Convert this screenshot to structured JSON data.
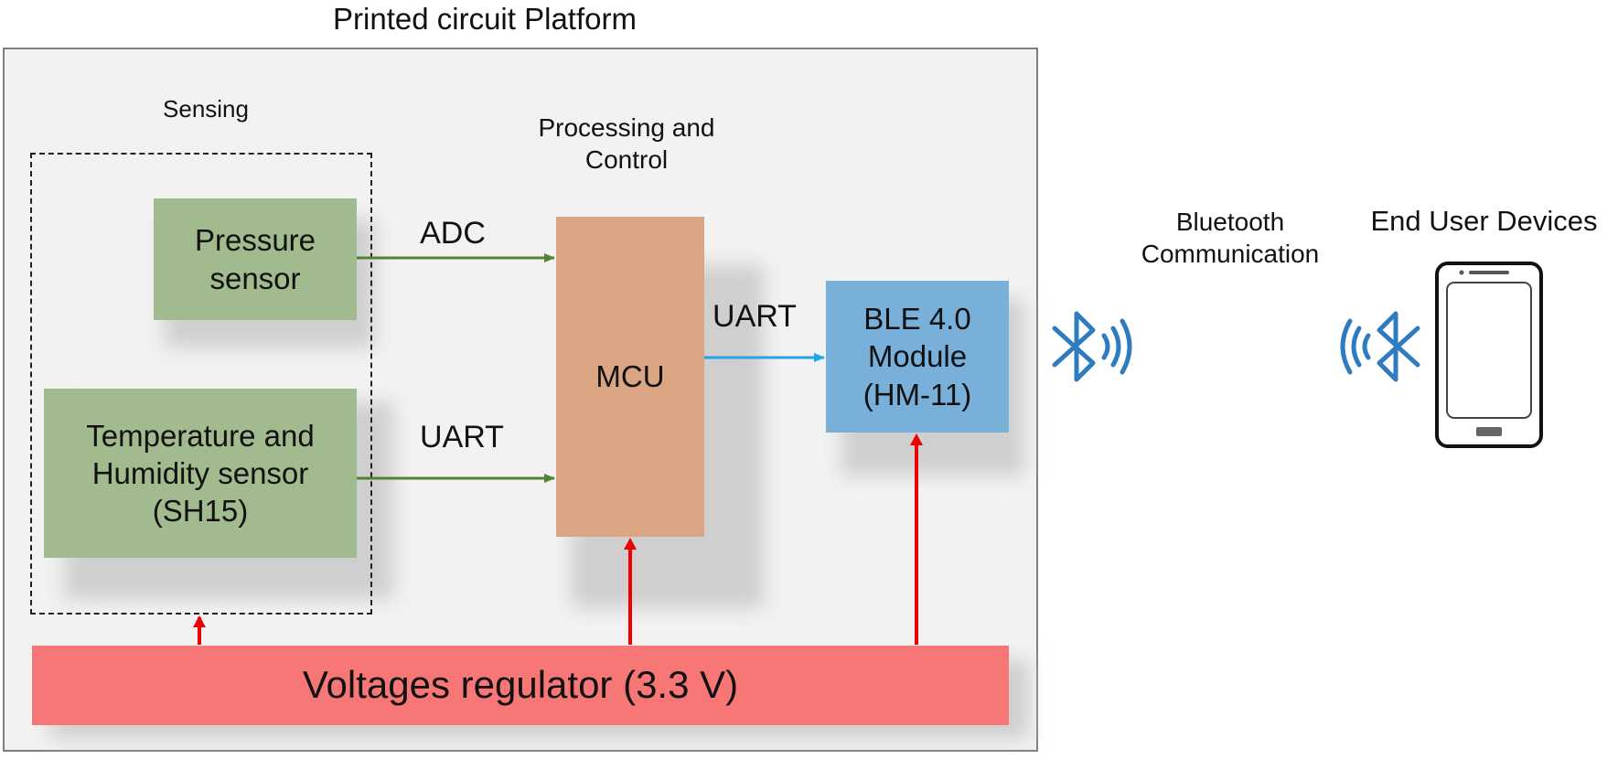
{
  "title": "Printed circuit Platform",
  "sections": {
    "sensing": "Sensing",
    "processing_line1": "Processing and",
    "processing_line2": "Control",
    "bluetooth_line1": "Bluetooth",
    "bluetooth_line2": "Communication",
    "end_user": "End User Devices"
  },
  "blocks": {
    "pressure": [
      "Pressure",
      "sensor"
    ],
    "temp_humidity": [
      "Temperature and",
      "Humidity sensor",
      "(SH15)"
    ],
    "mcu": "MCU",
    "ble": [
      "BLE 4.0",
      "Module",
      "(HM-11)"
    ],
    "regulator": "Voltages regulator (3.3 V)"
  },
  "connections": {
    "adc": "ADC",
    "uart_temp": "UART",
    "uart_ble": "UART"
  },
  "icons": [
    "bluetooth-signal-icon",
    "bluetooth-signal-icon",
    "smartphone-icon"
  ],
  "colors": {
    "platform_bg": "#f2f2f2",
    "sensor_green": "#a1ba8e",
    "mcu_orange": "#d9a583",
    "ble_blue": "#78b0da",
    "regulator_red": "#f77676",
    "signal_arrow_green": "#548235",
    "uart_arrow_blue": "#1ea6e8",
    "power_arrow_red": "#ee0000",
    "bluetooth_icon": "#2f7bbf"
  }
}
